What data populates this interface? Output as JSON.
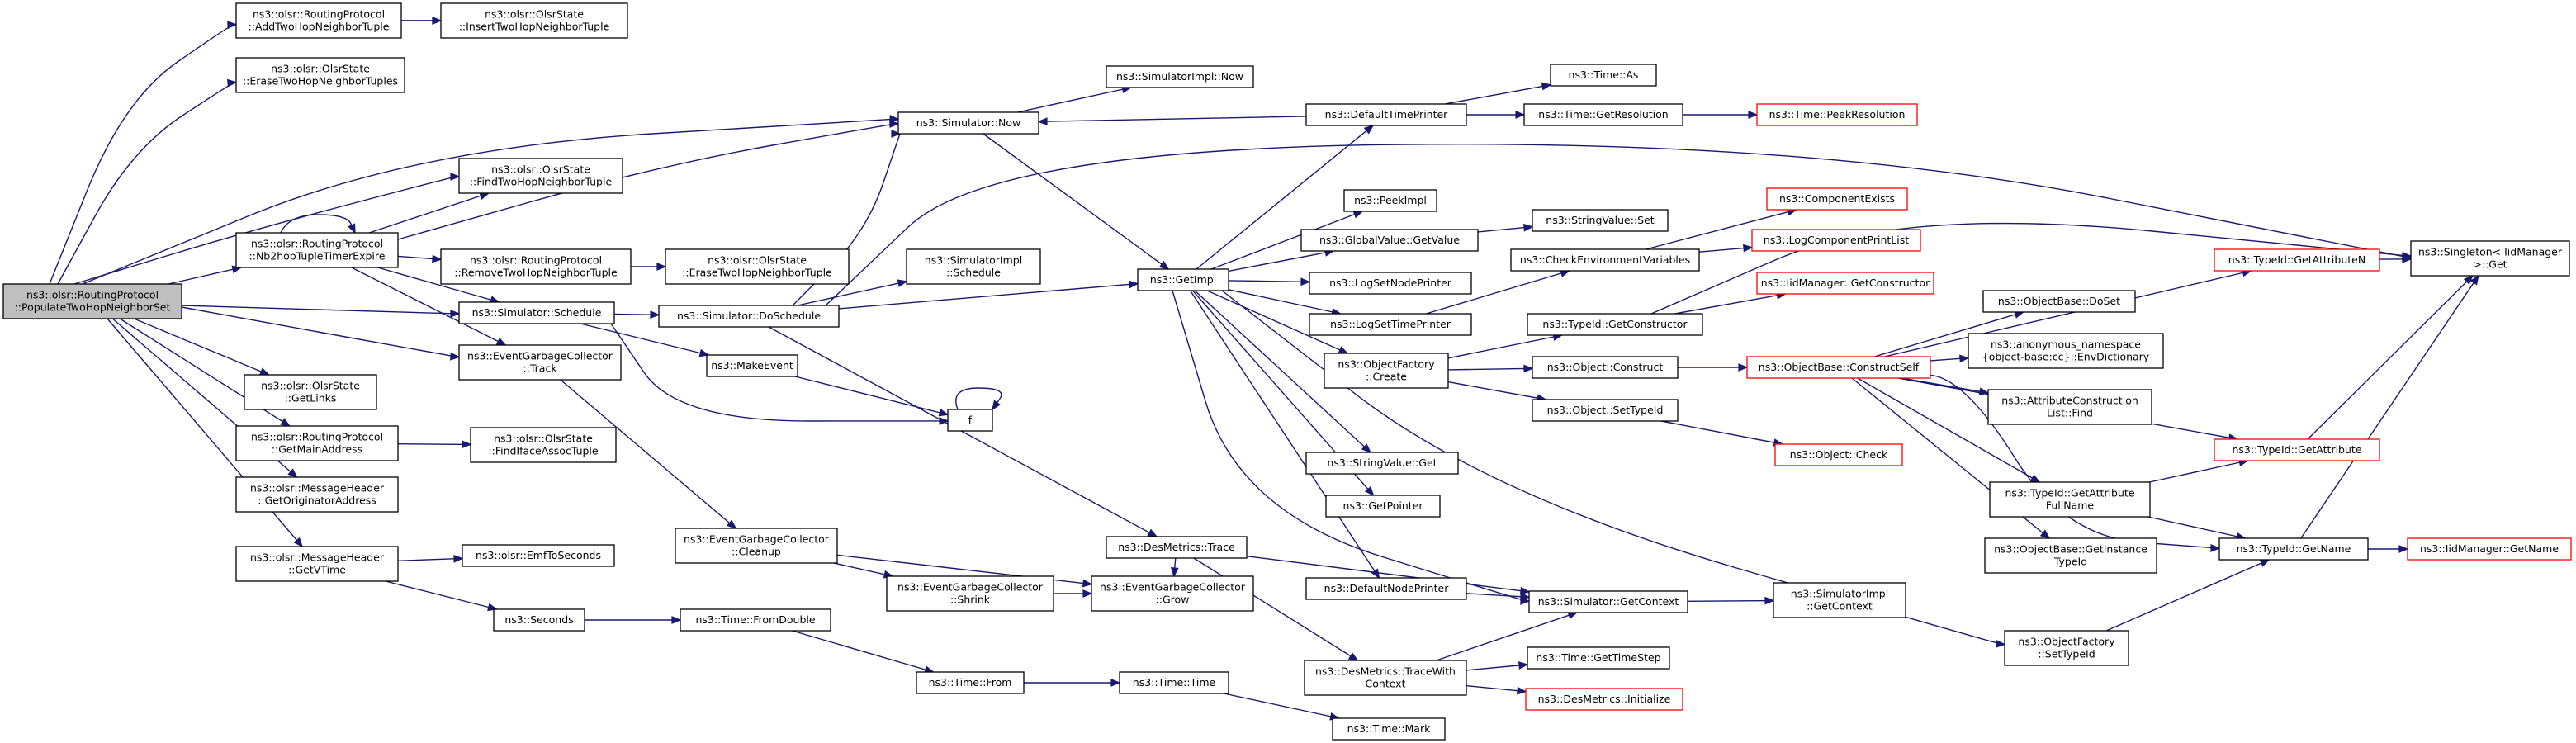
{
  "colors": {
    "edge": "#191970",
    "root_fill": "#bfbfbf",
    "incomplete_border": "#ff0000"
  },
  "nodes": [
    {
      "id": "root",
      "label": [
        "ns3::olsr::RoutingProtocol",
        "::PopulateTwoHopNeighborSet"
      ],
      "root": true
    },
    {
      "id": "addTwoHop",
      "label": [
        "ns3::olsr::RoutingProtocol",
        "::AddTwoHopNeighborTuple"
      ]
    },
    {
      "id": "insertTwoHop",
      "label": [
        "ns3::olsr::OlsrState",
        "::InsertTwoHopNeighborTuple"
      ]
    },
    {
      "id": "eraseTwoHopTuples",
      "label": [
        "ns3::olsr::OlsrState",
        "::EraseTwoHopNeighborTuples"
      ]
    },
    {
      "id": "findTwoHop",
      "label": [
        "ns3::olsr::OlsrState",
        "::FindTwoHopNeighborTuple"
      ]
    },
    {
      "id": "nb2hop",
      "label": [
        "ns3::olsr::RoutingProtocol",
        "::Nb2hopTupleTimerExpire"
      ]
    },
    {
      "id": "removeTwoHop",
      "label": [
        "ns3::olsr::RoutingProtocol",
        "::RemoveTwoHopNeighborTuple"
      ]
    },
    {
      "id": "eraseTwoHopTuple",
      "label": [
        "ns3::olsr::OlsrState",
        "::EraseTwoHopNeighborTuple"
      ]
    },
    {
      "id": "schedule",
      "label": [
        "ns3::Simulator::Schedule"
      ]
    },
    {
      "id": "egcTrack",
      "label": [
        "ns3::EventGarbageCollector",
        "::Track"
      ]
    },
    {
      "id": "getLinks",
      "label": [
        "ns3::olsr::OlsrState",
        "::GetLinks"
      ]
    },
    {
      "id": "getMainAddress",
      "label": [
        "ns3::olsr::RoutingProtocol",
        "::GetMainAddress"
      ]
    },
    {
      "id": "findIface",
      "label": [
        "ns3::olsr::OlsrState",
        "::FindIfaceAssocTuple"
      ]
    },
    {
      "id": "getOriginator",
      "label": [
        "ns3::olsr::MessageHeader",
        "::GetOriginatorAddress"
      ]
    },
    {
      "id": "getVTime",
      "label": [
        "ns3::olsr::MessageHeader",
        "::GetVTime"
      ]
    },
    {
      "id": "emfToSeconds",
      "label": [
        "ns3::olsr::EmfToSeconds"
      ]
    },
    {
      "id": "seconds",
      "label": [
        "ns3::Seconds"
      ]
    },
    {
      "id": "fromDouble",
      "label": [
        "ns3::Time::FromDouble"
      ]
    },
    {
      "id": "timeFrom",
      "label": [
        "ns3::Time::From"
      ]
    },
    {
      "id": "timeTime",
      "label": [
        "ns3::Time::Time"
      ]
    },
    {
      "id": "timeMark",
      "label": [
        "ns3::Time::Mark"
      ]
    },
    {
      "id": "simNow",
      "label": [
        "ns3::Simulator::Now"
      ]
    },
    {
      "id": "simImplNow",
      "label": [
        "ns3::SimulatorImpl::Now"
      ]
    },
    {
      "id": "doSchedule",
      "label": [
        "ns3::Simulator::DoSchedule"
      ]
    },
    {
      "id": "simImplSchedule",
      "label": [
        "ns3::SimulatorImpl",
        "::Schedule"
      ]
    },
    {
      "id": "makeEvent",
      "label": [
        "ns3::MakeEvent"
      ]
    },
    {
      "id": "f",
      "label": [
        "f"
      ]
    },
    {
      "id": "egcCleanup",
      "label": [
        "ns3::EventGarbageCollector",
        "::Cleanup"
      ]
    },
    {
      "id": "egcShrink",
      "label": [
        "ns3::EventGarbageCollector",
        "::Shrink"
      ]
    },
    {
      "id": "egcGrow",
      "label": [
        "ns3::EventGarbageCollector",
        "::Grow"
      ]
    },
    {
      "id": "desTrace",
      "label": [
        "ns3::DesMetrics::Trace"
      ]
    },
    {
      "id": "desTraceWith",
      "label": [
        "ns3::DesMetrics::TraceWith",
        "Context"
      ]
    },
    {
      "id": "getTimeStep",
      "label": [
        "ns3::Time::GetTimeStep"
      ]
    },
    {
      "id": "desInit",
      "label": [
        "ns3::DesMetrics::Initialize"
      ],
      "red": true
    },
    {
      "id": "getImpl",
      "label": [
        "ns3::GetImpl"
      ]
    },
    {
      "id": "defaultTimePrinter",
      "label": [
        "ns3::DefaultTimePrinter"
      ]
    },
    {
      "id": "timeAs",
      "label": [
        "ns3::Time::As"
      ]
    },
    {
      "id": "getResolution",
      "label": [
        "ns3::Time::GetResolution"
      ]
    },
    {
      "id": "peekResolution",
      "label": [
        "ns3::Time::PeekResolution"
      ],
      "red": true
    },
    {
      "id": "peekImpl",
      "label": [
        "ns3::PeekImpl"
      ]
    },
    {
      "id": "globalGetValue",
      "label": [
        "ns3::GlobalValue::GetValue"
      ]
    },
    {
      "id": "stringSet",
      "label": [
        "ns3::StringValue::Set"
      ]
    },
    {
      "id": "componentExists",
      "label": [
        "ns3::ComponentExists"
      ],
      "red": true
    },
    {
      "id": "checkEnv",
      "label": [
        "ns3::CheckEnvironmentVariables"
      ]
    },
    {
      "id": "logCompPrint",
      "label": [
        "ns3::LogComponentPrintList"
      ],
      "red": true
    },
    {
      "id": "logSetNode",
      "label": [
        "ns3::LogSetNodePrinter"
      ]
    },
    {
      "id": "logSetTime",
      "label": [
        "ns3::LogSetTimePrinter"
      ]
    },
    {
      "id": "objFactoryCreate",
      "label": [
        "ns3::ObjectFactory",
        "::Create"
      ]
    },
    {
      "id": "typeIdGetCtor",
      "label": [
        "ns3::TypeId::GetConstructor"
      ]
    },
    {
      "id": "iidGetCtor",
      "label": [
        "ns3::IidManager::GetConstructor"
      ],
      "red": true
    },
    {
      "id": "objConstruct",
      "label": [
        "ns3::Object::Construct"
      ]
    },
    {
      "id": "constructSelf",
      "label": [
        "ns3::ObjectBase::ConstructSelf"
      ],
      "red": true
    },
    {
      "id": "objSetTypeId",
      "label": [
        "ns3::Object::SetTypeId"
      ]
    },
    {
      "id": "objCheck",
      "label": [
        "ns3::Object::Check"
      ],
      "red": true
    },
    {
      "id": "stringGet",
      "label": [
        "ns3::StringValue::Get"
      ]
    },
    {
      "id": "getPointer",
      "label": [
        "ns3::GetPointer"
      ]
    },
    {
      "id": "defaultNodePrinter",
      "label": [
        "ns3::DefaultNodePrinter"
      ]
    },
    {
      "id": "simGetContext",
      "label": [
        "ns3::Simulator::GetContext"
      ]
    },
    {
      "id": "simImplGetContext",
      "label": [
        "ns3::SimulatorImpl",
        "::GetContext"
      ]
    },
    {
      "id": "objFactorySetTypeId",
      "label": [
        "ns3::ObjectFactory",
        "::SetTypeId"
      ]
    },
    {
      "id": "typeIdGetAttrN",
      "label": [
        "ns3::TypeId::GetAttributeN"
      ],
      "red": true
    },
    {
      "id": "singletonGet",
      "label": [
        "ns3::Singleton< IidManager",
        " >::Get"
      ]
    },
    {
      "id": "doSet",
      "label": [
        "ns3::ObjectBase::DoSet"
      ]
    },
    {
      "id": "envDict",
      "label": [
        "ns3::anonymous_namespace",
        "{object-base:cc}::EnvDictionary"
      ]
    },
    {
      "id": "attrConstruction",
      "label": [
        "ns3::AttributeConstruction",
        "List::Find"
      ]
    },
    {
      "id": "typeIdGetAttr",
      "label": [
        "ns3::TypeId::GetAttribute"
      ],
      "red": true
    },
    {
      "id": "getAttrFullName",
      "label": [
        "ns3::TypeId::GetAttribute",
        "FullName"
      ]
    },
    {
      "id": "getInstanceTypeId",
      "label": [
        "ns3::ObjectBase::GetInstance",
        "TypeId"
      ]
    },
    {
      "id": "typeIdGetName",
      "label": [
        "ns3::TypeId::GetName"
      ]
    },
    {
      "id": "iidGetName",
      "label": [
        "ns3::IidManager::GetName"
      ],
      "red": true
    }
  ]
}
